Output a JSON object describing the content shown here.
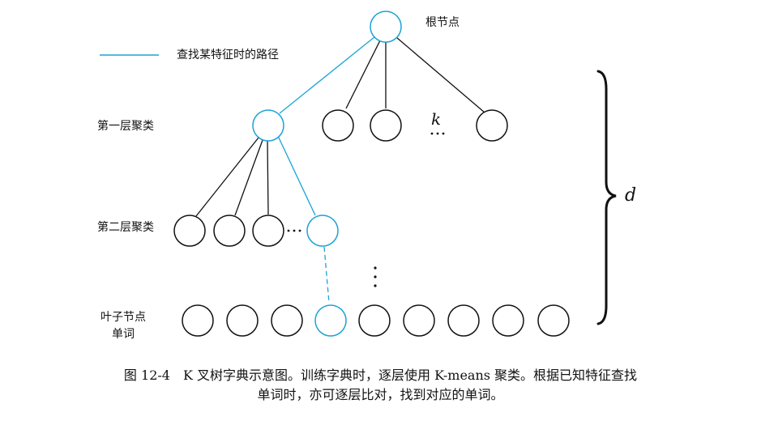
{
  "labels": {
    "root": "根节点",
    "legend": "查找某特征时的路径",
    "level1": "第一层聚类",
    "level2": "第二层聚类",
    "leaf_line1": "叶子节点",
    "leaf_line2": "单词",
    "k": "k",
    "d": "d"
  },
  "caption": {
    "line1": "图 12-4　K 叉树字典示意图。训练字典时，逐层使用 K-means 聚类。根据已知特征查找",
    "line2": "单词时，亦可逐层比对，找到对应的单词。"
  },
  "colors": {
    "path": "#1aa3d6",
    "node": "#111111"
  }
}
